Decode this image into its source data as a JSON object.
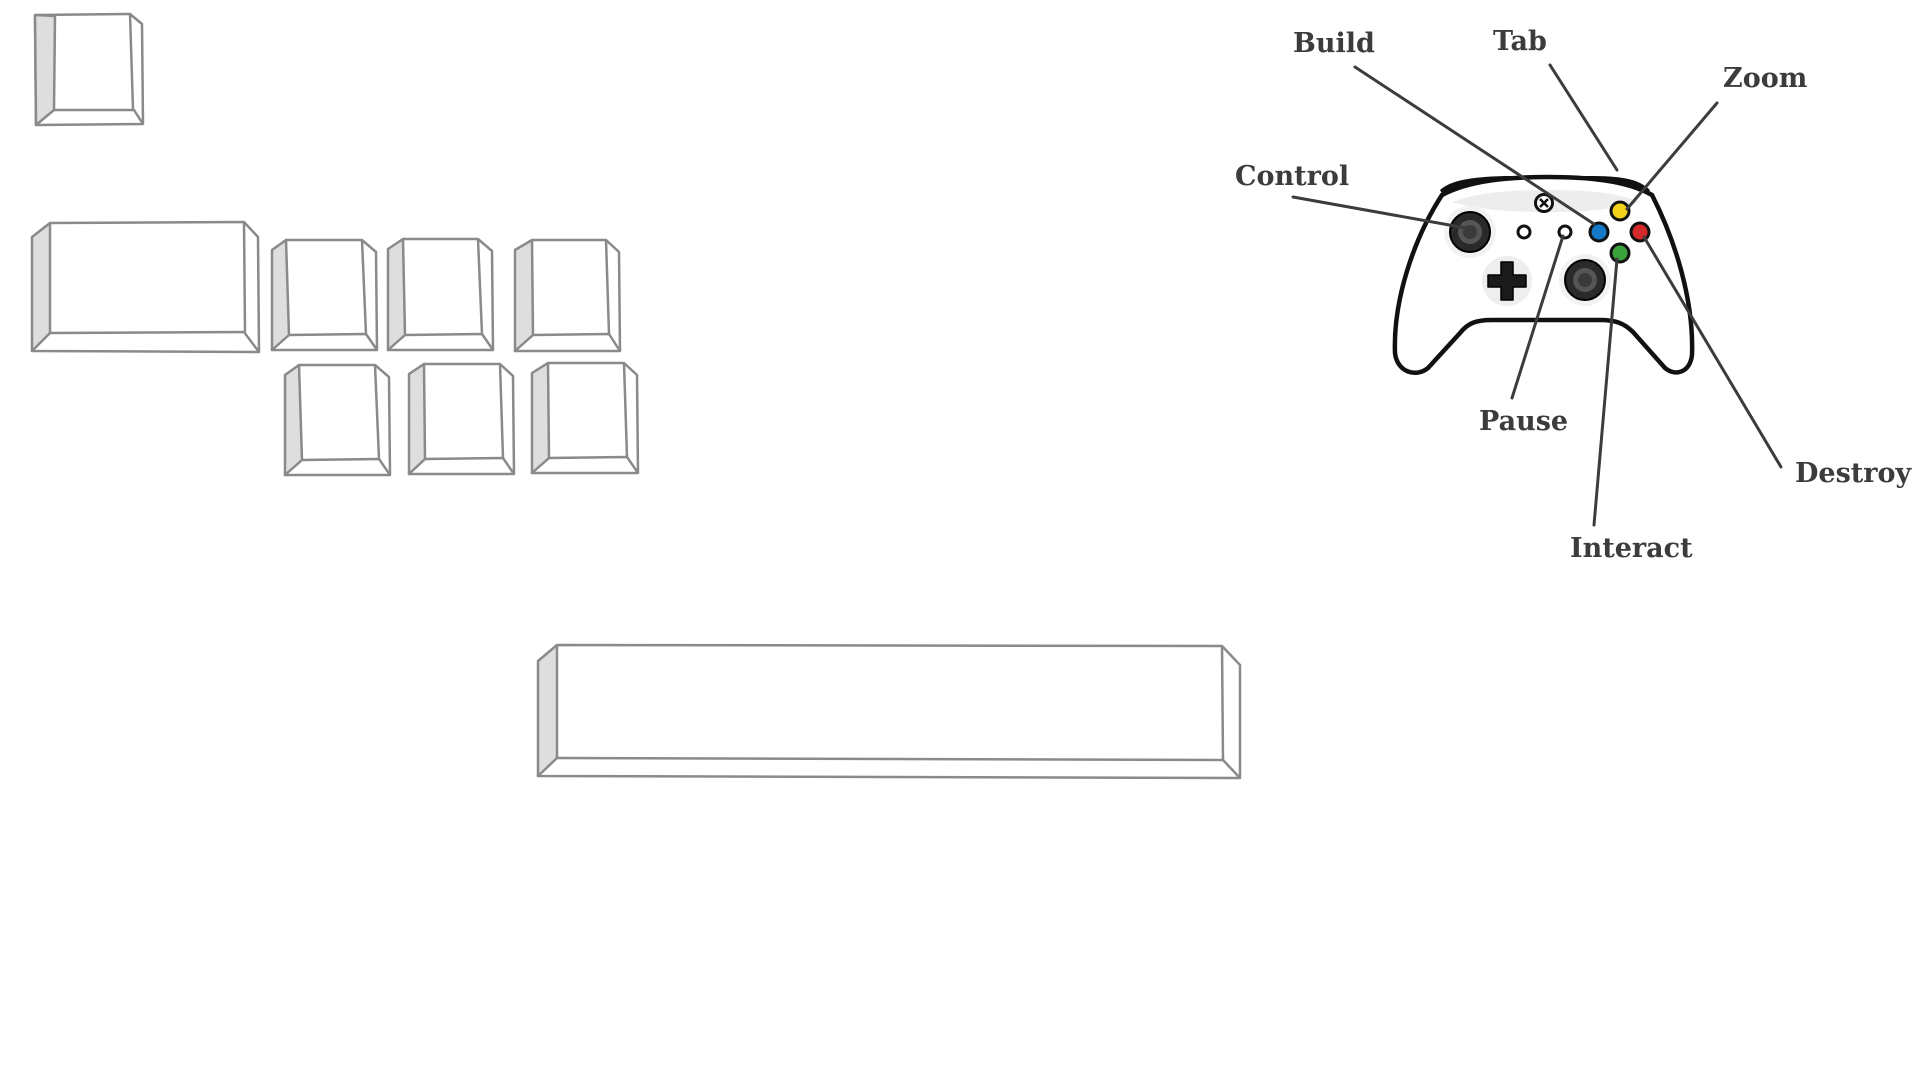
{
  "keyboard": {
    "keys": [
      {
        "id": "key-escape"
      },
      {
        "id": "key-shift"
      },
      {
        "id": "key-z"
      },
      {
        "id": "key-x"
      },
      {
        "id": "key-c"
      },
      {
        "id": "key-w"
      },
      {
        "id": "key-e"
      },
      {
        "id": "key-r"
      },
      {
        "id": "key-space"
      }
    ],
    "colors": {
      "stroke": "#8a8a8a",
      "side_fill": "#dedede",
      "face_fill": "#ffffff"
    }
  },
  "controller": {
    "labels": {
      "build": "Build",
      "tab": "Tab",
      "zoom": "Zoom",
      "control": "Control",
      "pause": "Pause",
      "interact": "Interact",
      "destroy": "Destroy"
    },
    "buttons": {
      "x": {
        "color": "#1479c8"
      },
      "y": {
        "color": "#f2d21a"
      },
      "b": {
        "color": "#d42a2a"
      },
      "a": {
        "color": "#3aa23a"
      }
    },
    "colors": {
      "outline": "#111111",
      "leader": "#3c3c3c"
    }
  }
}
